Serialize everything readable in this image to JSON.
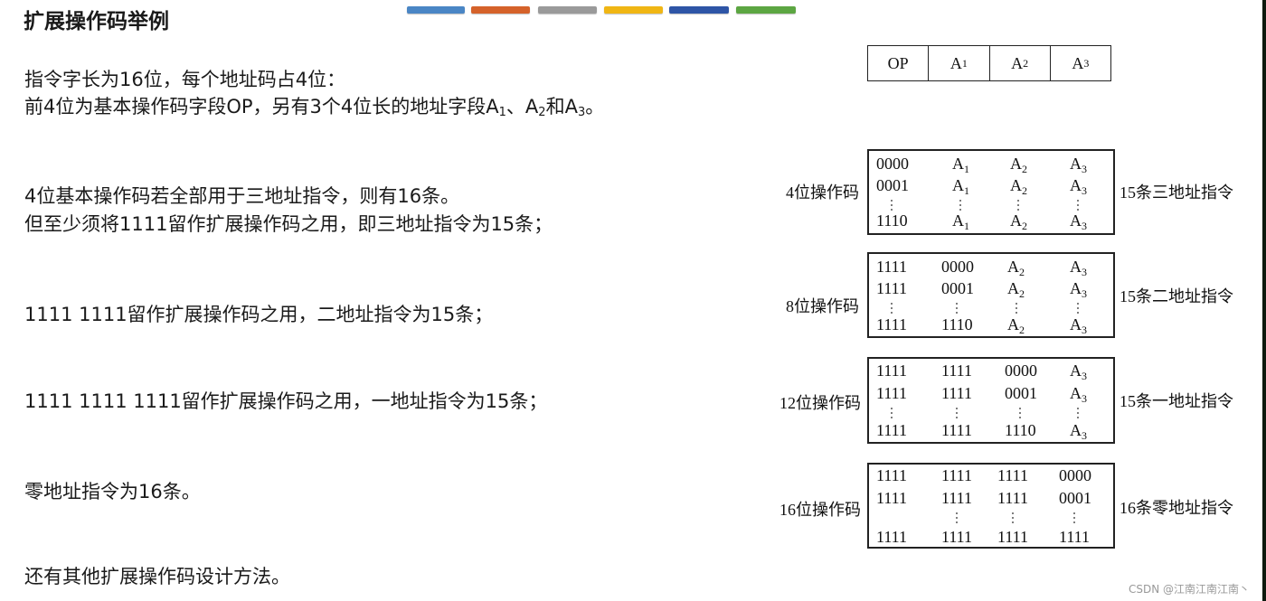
{
  "slide": {
    "title": "扩展操作码举例",
    "color_bars": [
      "#4a86c5",
      "#d5622a",
      "#9a9a9a",
      "#f0b614",
      "#2e55a6",
      "#5ca642"
    ],
    "watermark": "CSDN @江南江南江南丶"
  },
  "text": {
    "p1_line1": "指令字长为16位，每个地址码占4位：",
    "p1_line2_pre": "前4位为基本操作码字段OP，另有3个4位长的地址字段A",
    "p1_line2_sub1": "1",
    "p1_line2_mid1": "、A",
    "p1_line2_sub2": "2",
    "p1_line2_mid2": "和A",
    "p1_line2_sub3": "3",
    "p1_line2_end": "。",
    "p2_line1": "4位基本操作码若全部用于三地址指令，则有16条。",
    "p2_line2": "但至少须将1111留作扩展操作码之用，即三地址指令为15条；",
    "p3": "1111 1111留作扩展操作码之用，二地址指令为15条；",
    "p4": "1111 1111 1111留作扩展操作码之用，一地址指令为15条；",
    "p5": "零地址指令为16条。",
    "p6": "还有其他扩展操作码设计方法。"
  },
  "format": {
    "fields": [
      {
        "base": "OP",
        "sub": ""
      },
      {
        "base": "A",
        "sub": "1"
      },
      {
        "base": "A",
        "sub": "2"
      },
      {
        "base": "A",
        "sub": "3"
      }
    ]
  },
  "tables": [
    {
      "left_label": "4位操作码",
      "right_label": "15条三地址指令",
      "rows": [
        [
          "0000",
          "A1",
          "A2",
          "A3"
        ],
        [
          "0001",
          "A1",
          "A2",
          "A3"
        ],
        [
          "⋮",
          "⋮",
          "⋮",
          "⋮"
        ],
        [
          "1110",
          "A1",
          "A2",
          "A3"
        ]
      ]
    },
    {
      "left_label": "8位操作码",
      "right_label": "15条二地址指令",
      "rows": [
        [
          "1111",
          "0000",
          "A2",
          "A3"
        ],
        [
          "1111",
          "0001",
          "A2",
          "A3"
        ],
        [
          "⋮",
          "⋮",
          "⋮",
          "⋮"
        ],
        [
          "1111",
          "1110",
          "A2",
          "A3"
        ]
      ]
    },
    {
      "left_label": "12位操作码",
      "right_label": "15条一地址指令",
      "rows": [
        [
          "1111",
          "1111",
          "0000",
          "A3"
        ],
        [
          "1111",
          "1111",
          "0001",
          "A3"
        ],
        [
          "⋮",
          "⋮",
          "⋮",
          "⋮"
        ],
        [
          "1111",
          "1111",
          "1110",
          "A3"
        ]
      ]
    },
    {
      "left_label": "16位操作码",
      "right_label": "16条零地址指令",
      "rows": [
        [
          "1111",
          "1111",
          "1111",
          "0000"
        ],
        [
          "1111",
          "1111",
          "1111",
          "0001"
        ],
        [
          "",
          "⋮",
          "⋮",
          "⋮"
        ],
        [
          "1111",
          "1111",
          "1111",
          "1111"
        ]
      ]
    }
  ]
}
